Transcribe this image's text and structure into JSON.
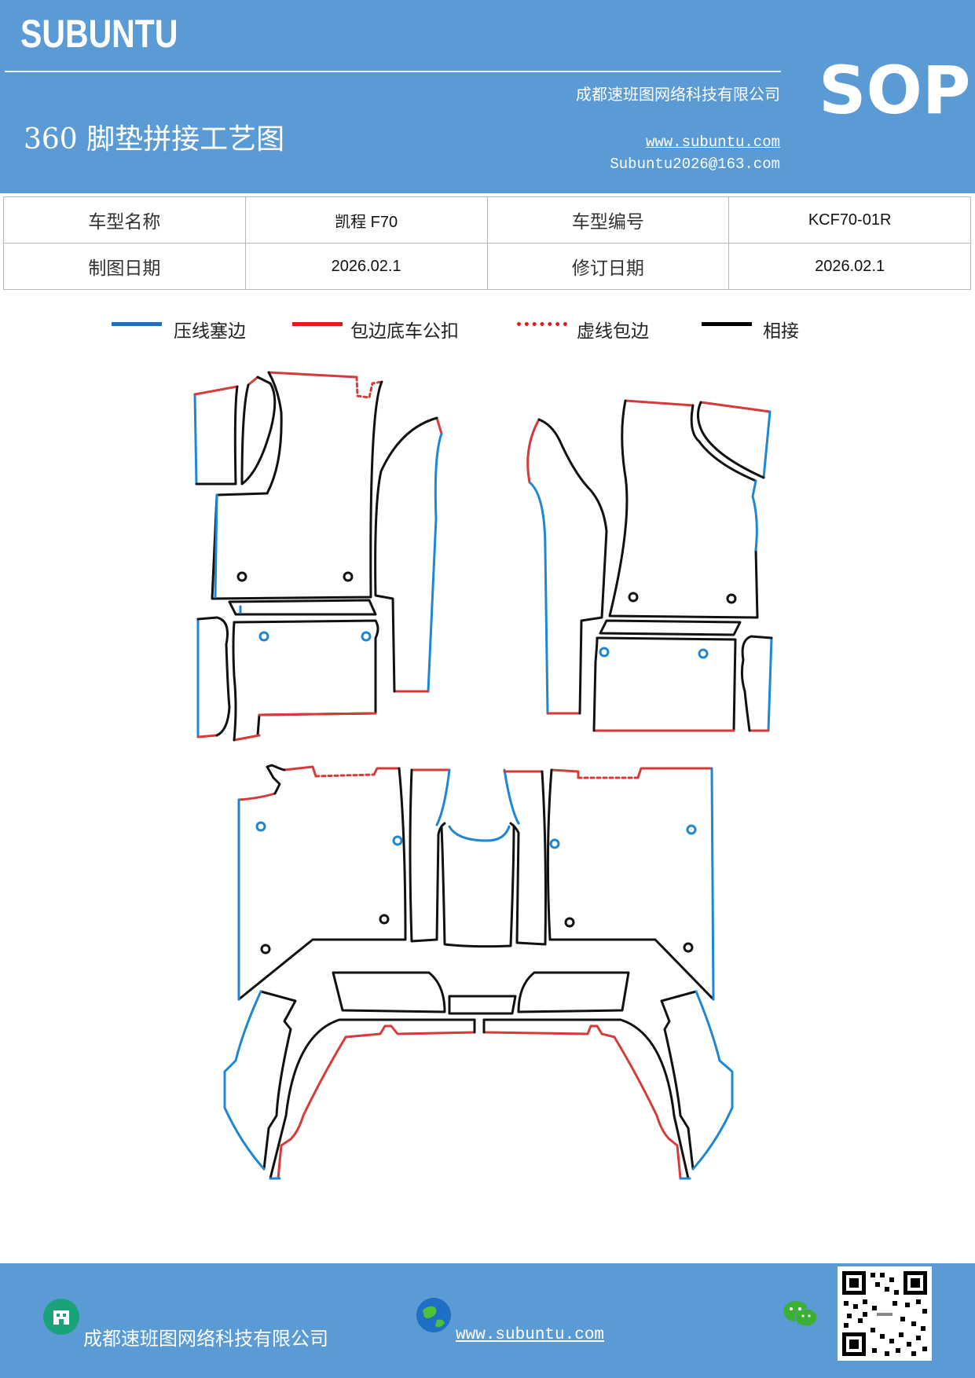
{
  "header": {
    "brand": "SUBUNTU",
    "title": "360 脚垫拼接工艺图",
    "company": "成都速班图网络科技有限公司",
    "website": "www.subuntu.com",
    "email": "Subuntu2026@163.com",
    "badge": "SOP"
  },
  "info_table": {
    "rows": [
      {
        "label1": "车型名称",
        "value1": "凯程 F70",
        "label2": "车型编号",
        "value2": "KCF70-01R"
      },
      {
        "label1": "制图日期",
        "value1": "2026.02.1",
        "label2": "修订日期",
        "value2": "2026.02.1"
      }
    ]
  },
  "legend": {
    "items": [
      {
        "label": "压线塞边",
        "color": "#1f6fbf",
        "style": "solid"
      },
      {
        "label": "包边底车公扣",
        "color": "#e11b1b",
        "style": "solid"
      },
      {
        "label": "虚线包边",
        "color": "#e11b1b",
        "style": "dotted"
      },
      {
        "label": "相接",
        "color": "#000000",
        "style": "solid"
      }
    ]
  },
  "diagram": {
    "colors": {
      "pressed": "#1f86d4",
      "wrap": "#d63a3a",
      "joined": "#111111"
    }
  },
  "footer": {
    "company": "成都速班图网络科技有限公司",
    "website": "www.subuntu.com",
    "icons": [
      "building-icon",
      "globe-icon",
      "wechat-icon",
      "qr-code"
    ]
  }
}
